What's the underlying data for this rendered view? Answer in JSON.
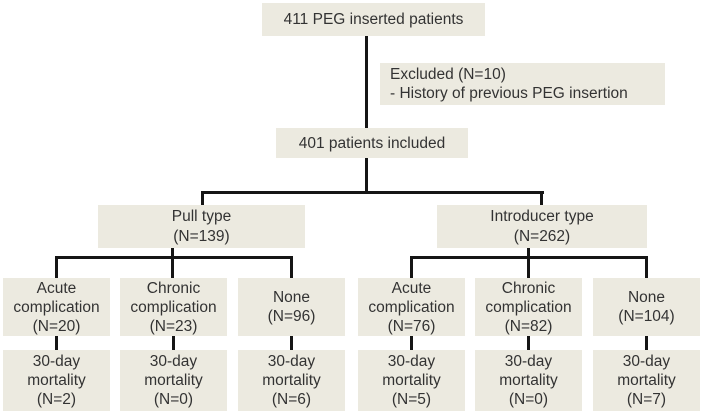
{
  "colors": {
    "background": "#FFFFFF",
    "box_bg": "#ECEAE0",
    "line": "#151515",
    "text": "#333333"
  },
  "flow": {
    "root": "411 PEG inserted patients",
    "excluded": "Excluded (N=10)\n- History of previous PEG insertion",
    "included": "401 patients included",
    "groups": [
      {
        "label": "Pull type\n(N=139)",
        "children": [
          {
            "label": "Acute\ncomplication\n(N=20)",
            "outcome": "30-day\nmortality\n(N=2)"
          },
          {
            "label": "Chronic\ncomplication\n(N=23)",
            "outcome": "30-day\nmortality\n(N=0)"
          },
          {
            "label": "None\n(N=96)",
            "outcome": "30-day\nmortality\n(N=6)"
          }
        ]
      },
      {
        "label": "Introducer type\n(N=262)",
        "children": [
          {
            "label": "Acute\ncomplication\n(N=76)",
            "outcome": "30-day\nmortality\n(N=5)"
          },
          {
            "label": "Chronic\ncomplication\n(N=82)",
            "outcome": "30-day\nmortality\n(N=0)"
          },
          {
            "label": "None\n(N=104)",
            "outcome": "30-day\nmortality\n(N=7)"
          }
        ]
      }
    ]
  }
}
